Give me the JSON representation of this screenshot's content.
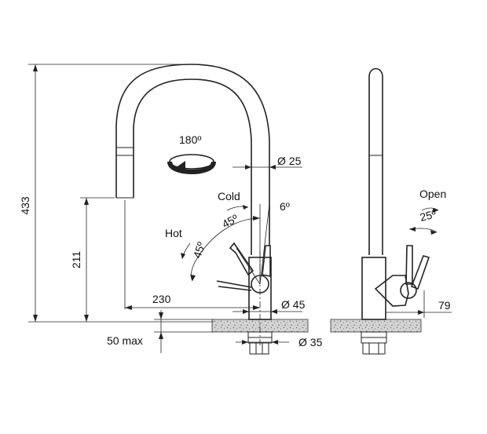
{
  "labels": {
    "height_total": "433",
    "height_spout": "211",
    "reach": "230",
    "rotation": "180º",
    "spout_diameter": "Ø 25",
    "body_diameter": "Ø 45",
    "base_diameter": "Ø 35",
    "tilt": "6º",
    "cold": "Cold",
    "hot": "Hot",
    "cold_angle": "45º",
    "hot_angle": "45º",
    "open": "Open",
    "open_angle": "25º",
    "side_depth": "79",
    "mount_thickness": "50 max"
  },
  "colors": {
    "line": "#222222",
    "counter_fill": "#cfcfcf"
  }
}
